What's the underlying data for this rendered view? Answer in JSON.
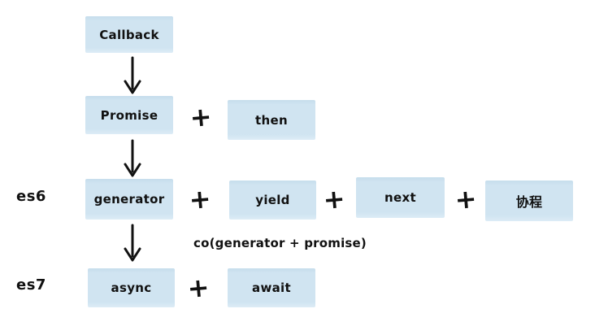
{
  "colors": {
    "background": "#ffffff",
    "box_fill": "#d0e4f1",
    "text": "#111111"
  },
  "diagram": {
    "flow": {
      "callback": "Callback",
      "promise": "Promise",
      "then": "then",
      "generator": "generator",
      "yield": "yield",
      "next": "next",
      "coroutine": "协程",
      "async": "async",
      "await": "await"
    },
    "era_labels": {
      "es6": "es6",
      "es7": "es7"
    },
    "annotation": "co(generator + promise)",
    "plus": "+"
  }
}
